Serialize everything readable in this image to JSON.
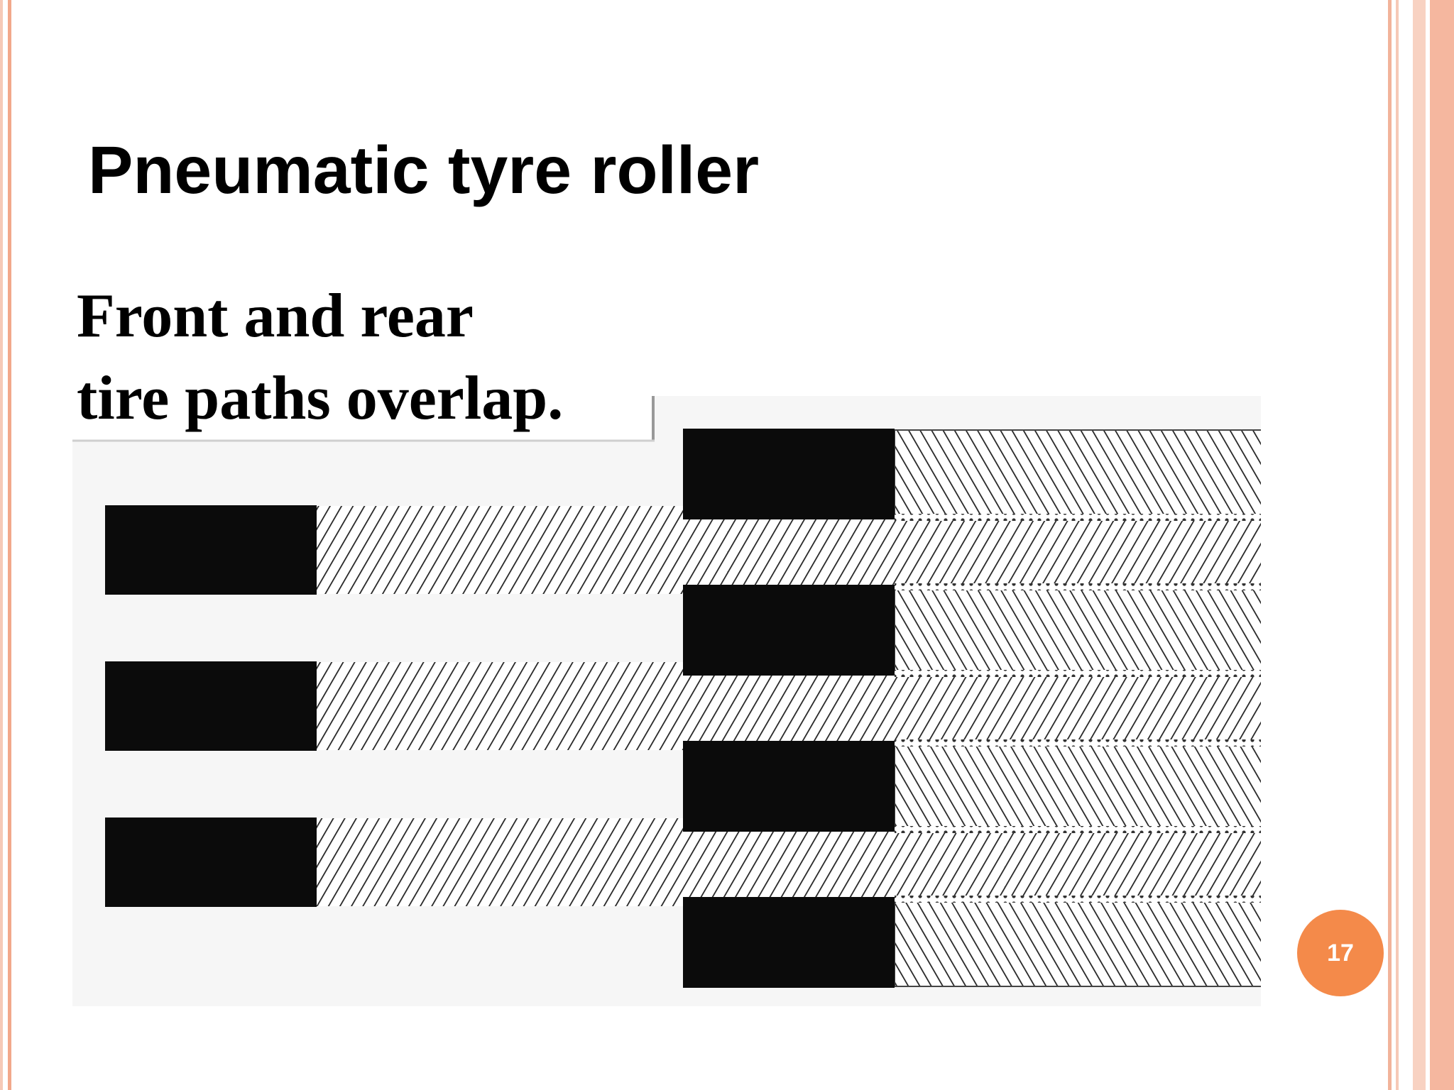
{
  "slide": {
    "title": "Pneumatic tyre roller",
    "page_number": "17"
  },
  "figure": {
    "caption_line1": "Front and rear",
    "caption_line2": "tire paths overlap.",
    "front_tires": 3,
    "rear_tires": 4
  }
}
